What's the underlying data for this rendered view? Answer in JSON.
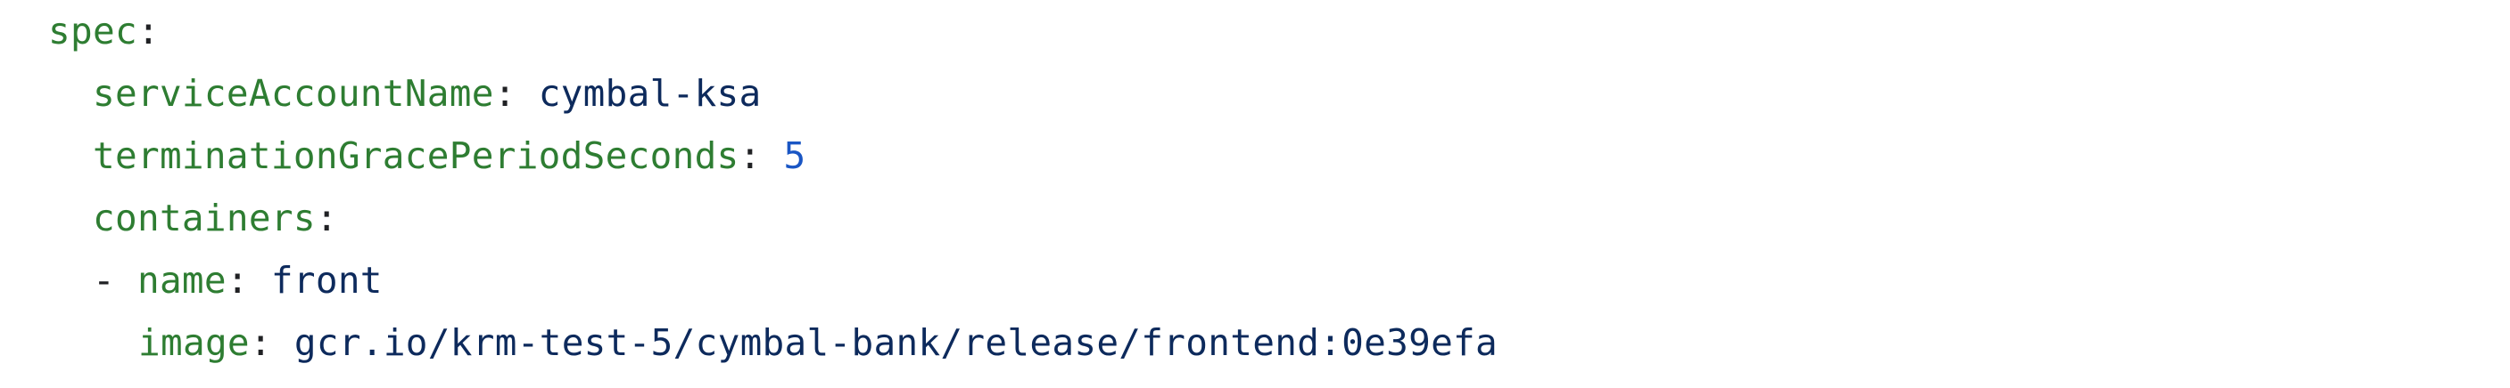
{
  "colors": {
    "key": "#2e7d32",
    "punctuation": "#202124",
    "string": "#0d2a5c",
    "number": "#1a56c4"
  },
  "code": {
    "line1": {
      "key": "spec",
      "colon": ":"
    },
    "line2": {
      "key": "serviceAccountName",
      "colon": ":",
      "value": "cymbal-ksa"
    },
    "line3": {
      "key": "terminationGracePeriodSeconds",
      "colon": ":",
      "value": "5"
    },
    "line4": {
      "key": "containers",
      "colon": ":"
    },
    "line5": {
      "dash": "-",
      "key": "name",
      "colon": ":",
      "value": "front"
    },
    "line6": {
      "key": "image",
      "colon": ":",
      "value": "gcr.io/krm-test-5/cymbal-bank/release/frontend:0e39efa"
    }
  }
}
